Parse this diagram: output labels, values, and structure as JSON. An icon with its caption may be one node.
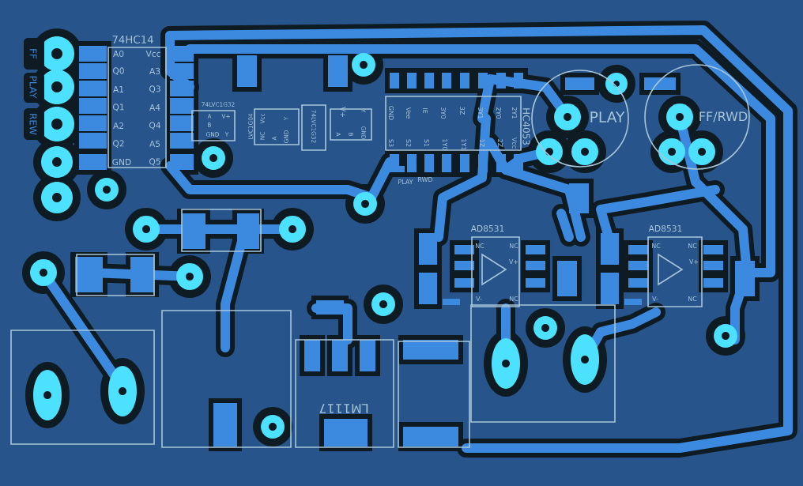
{
  "diagram": {
    "labels": [
      "FF",
      "PLAY",
      "REW",
      "74HC14",
      "A0",
      "Vcc",
      "Q0",
      "A3",
      "A1",
      "Q3",
      "Q1",
      "A4",
      "A2",
      "Q4",
      "Q2",
      "A5",
      "GND",
      "Q5",
      "74LVC1G32",
      "A",
      "V+",
      "B",
      "GND",
      "Y",
      "LVC1G04",
      "Vcc",
      "Y",
      "NC",
      "A",
      "GND",
      "74LVC1G32",
      "V+",
      "Y",
      "A",
      "B",
      "GND",
      "GND",
      "Vee",
      "IE",
      "3Y0",
      "3Z",
      "3Y1",
      "2Y0",
      "2Y1",
      "S3",
      "S2",
      "S1",
      "1Y0",
      "1Y1",
      "1Z",
      "2Z",
      "Vcc",
      "PLAY",
      "RWD",
      "HC4053",
      "PLAY",
      "FF/RWD",
      "AD8531",
      "NC",
      "NC",
      "V+",
      "V-",
      "NC",
      "AD8531",
      "NC",
      "NC",
      "V+",
      "V-",
      "NC",
      "LM1117"
    ]
  }
}
